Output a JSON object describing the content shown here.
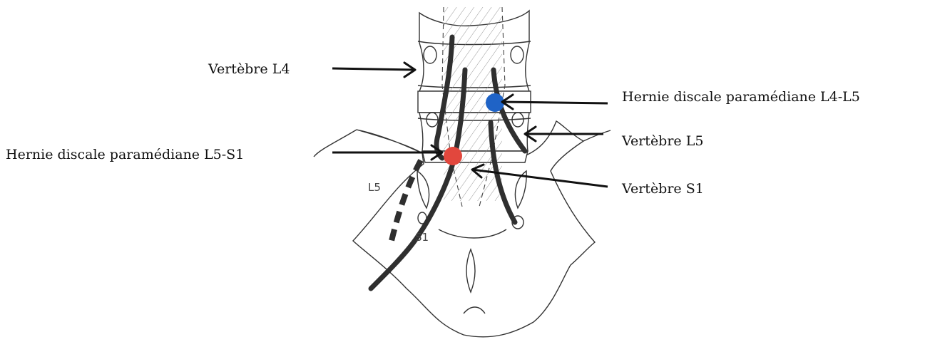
{
  "labels": {
    "vertebra_l4": "Vertèbre L4",
    "hernia_l4_l5": "Hernie discale paramédiane L4-L5",
    "vertebra_l5": "Vertèbre L5",
    "hernia_l5_s1": "Hernie discale paramédiane L5-S1",
    "vertebra_s1": "Vertèbre S1"
  },
  "root_labels": {
    "l5": "L5",
    "s1": "S1"
  },
  "colors": {
    "hernia_l4_l5": "#1f63c6",
    "hernia_l5_s1": "#e2473d",
    "nerve": "#2f2f2f",
    "outline": "#333333"
  }
}
